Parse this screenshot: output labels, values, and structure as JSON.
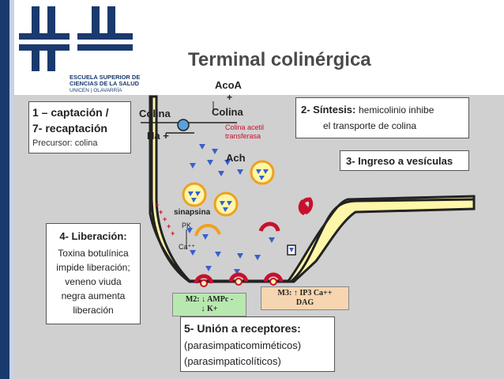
{
  "slide": {
    "title": "Terminal colinérgica",
    "logo": {
      "line1": "ESCUELA SUPERIOR DE",
      "line2": "CIENCIAS DE LA SALUD",
      "line3": "UNICEN | OLAVARRÍA"
    },
    "colors": {
      "terminal": "#fff7a8",
      "receptor": "#c8102e",
      "vesicle": "#f0a020",
      "arrow_icon": "#3a5fcd",
      "logo": "#1a3a6e"
    }
  },
  "steps": {
    "step1": {
      "title1": "1 – captación /",
      "title2": "7- recaptación",
      "text": "Precursor: colina"
    },
    "step2": {
      "title": "2- Síntesis:",
      "text1": "hemicolinio inhibe",
      "text2": "el transporte de colina"
    },
    "step3": {
      "title": "3- Ingreso a vesículas"
    },
    "step4": {
      "title": "4- Liberación:",
      "lines": [
        "Toxina botulínica",
        "impide liberación;",
        "veneno viuda",
        "negra aumenta",
        "liberación"
      ]
    },
    "step5": {
      "title": "5- Unión a receptores:",
      "line1": "(parasimpaticomiméticos)",
      "line2": "(parasimpaticolíticos)"
    }
  },
  "labels": {
    "acoa": "AcoA",
    "plus": "+",
    "colina_in": "Colina",
    "colina": "Colina",
    "enzyme1": "Colina acetil",
    "enzyme2": "transferasa",
    "na": "Na +",
    "ach": "Ach",
    "sinapsina": "sinapsina",
    "pk": "PK",
    "ca": "Ca⁺⁺"
  },
  "receptors": {
    "m2": {
      "line1": "M2: ↓ AMPc -",
      "line2": "↓ K+"
    },
    "m3": {
      "line1": "M3: ↑ IP3 Ca++",
      "line2": "DAG"
    }
  }
}
